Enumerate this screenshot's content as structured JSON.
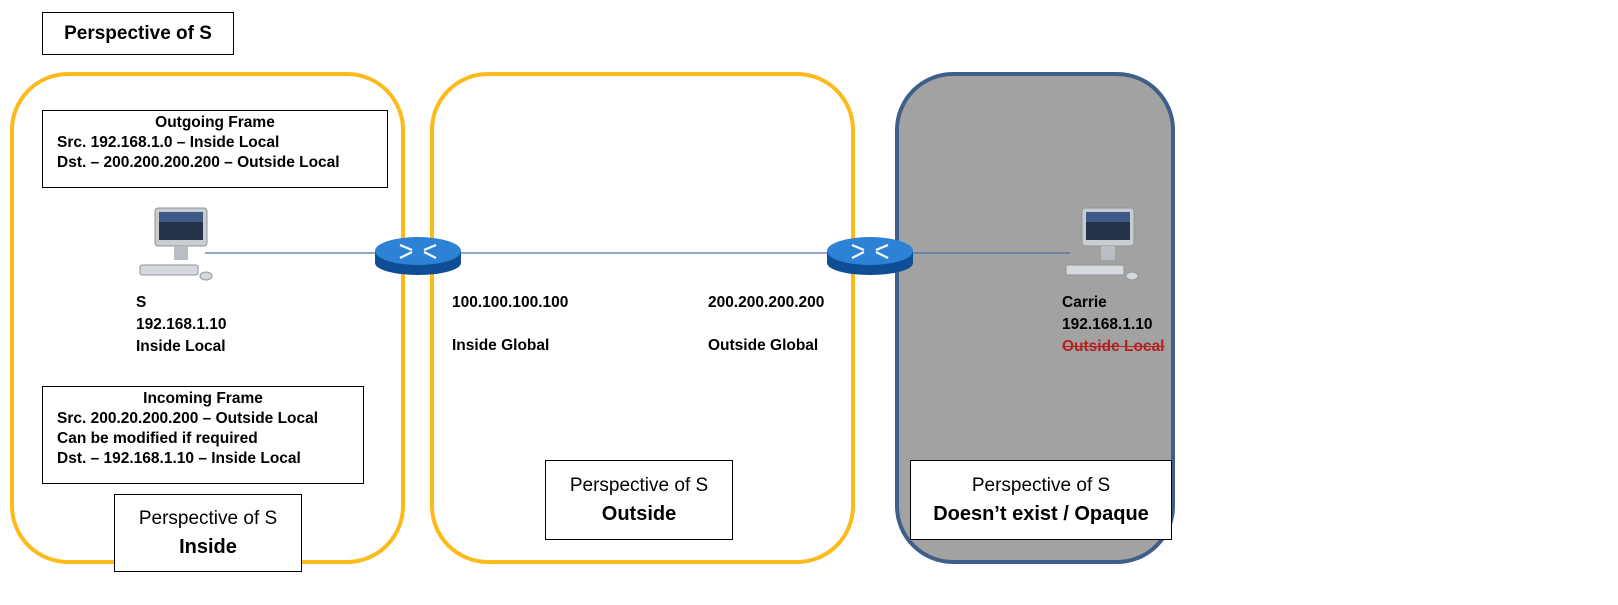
{
  "title": "Perspective of S",
  "outgoing_frame": {
    "heading": "Outgoing Frame",
    "lines": [
      "Src. 192.168.1.0 – Inside Local",
      "Dst. – 200.200.200.200 – Outside Local"
    ]
  },
  "incoming_frame": {
    "heading": "Incoming Frame",
    "lines": [
      "Src. 200.20.200.200 – Outside Local",
      "Can be modified if required",
      "Dst. – 192.168.1.10 – Inside Local"
    ]
  },
  "host_s": {
    "name": "S",
    "ip": "192.168.1.10",
    "role": "Inside Local"
  },
  "host_carrie": {
    "name": "Carrie",
    "ip": "192.168.1.10",
    "role": "Outside Local"
  },
  "router_left": {
    "ip": "100.100.100.100",
    "role": "Inside Global"
  },
  "router_right": {
    "ip": "200.200.200.200",
    "role": "Outside Global"
  },
  "zones": {
    "inside": {
      "title": "Perspective of S",
      "subtitle": "Inside"
    },
    "outside": {
      "title": "Perspective of S",
      "subtitle": "Outside"
    },
    "opaque": {
      "title": "Perspective of S",
      "subtitle": "Doesn’t exist / Opaque"
    }
  },
  "colors": {
    "zone_border": "#FDBA1A",
    "opaque_fill": "#A2A2A2",
    "opaque_border": "#3E5F8A",
    "router": "#1F6FC4",
    "strike": "#B22222"
  }
}
